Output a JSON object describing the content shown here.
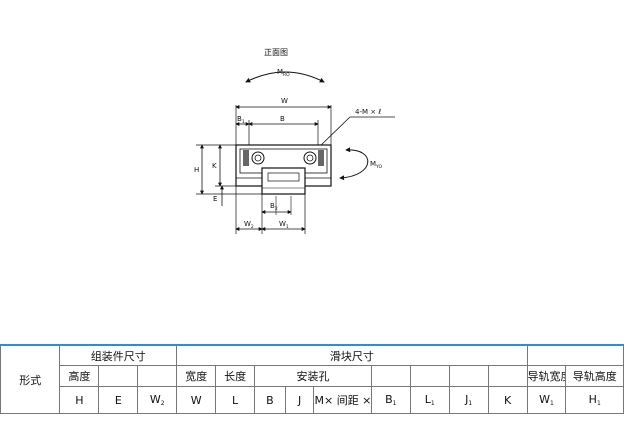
{
  "drawing": {
    "view_title": "正面图",
    "labels": {
      "MR": "M",
      "MR_sub": "RO",
      "MY": "M",
      "MY_sub": "YO",
      "W": "W",
      "B1": "B",
      "B1_sub": "1",
      "B": "B",
      "M_hole": "4-M × ℓ",
      "H": "H",
      "K": "K",
      "E": "E",
      "B2": "B",
      "B2_sub": "2",
      "W2": "W",
      "W2_sub": "2",
      "W1": "W",
      "W1_sub": "1"
    }
  },
  "table": {
    "shape_header": "形式",
    "group_assembly": "组装件尺寸",
    "group_slider": "滑块尺寸",
    "height_label": "高度",
    "width_label": "宽度",
    "length_label": "长度",
    "mount_hole_label": "安装孔",
    "rail_width_label": "导轨宽度",
    "rail_height_label": "导轨高度",
    "col_H": "H",
    "col_E": "E",
    "col_W2": "W",
    "col_W2_sub": "2",
    "col_W": "W",
    "col_L": "L",
    "col_B": "B",
    "col_J": "J",
    "col_M": "M× 间距 ×ℓ",
    "col_B1": "B",
    "col_B1_sub": "1",
    "col_L1": "L",
    "col_L1_sub": "1",
    "col_J1": "J",
    "col_J1_sub": "1",
    "col_K": "K",
    "col_W1": "W",
    "col_W1_sub": "1",
    "col_H1": "H",
    "col_H1_sub": "1"
  }
}
